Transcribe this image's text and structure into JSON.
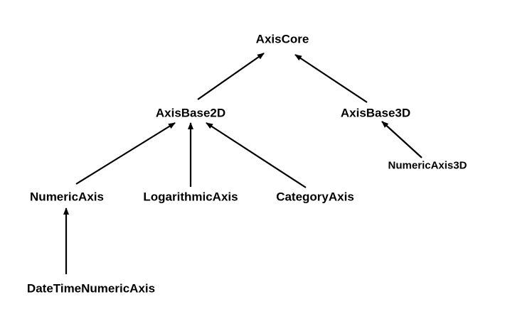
{
  "diagram": {
    "nodes": {
      "axis_core": "AxisCore",
      "axis_base_2d": "AxisBase2D",
      "axis_base_3d": "AxisBase3D",
      "numeric_axis_3d": "NumericAxis3D",
      "numeric_axis": "NumericAxis",
      "logarithmic_axis": "LogarithmicAxis",
      "category_axis": "CategoryAxis",
      "datetime_numeric_axis": "DateTimeNumericAxis"
    },
    "edges": [
      {
        "from": "AxisBase2D",
        "to": "AxisCore"
      },
      {
        "from": "AxisBase3D",
        "to": "AxisCore"
      },
      {
        "from": "NumericAxis",
        "to": "AxisBase2D"
      },
      {
        "from": "LogarithmicAxis",
        "to": "AxisBase2D"
      },
      {
        "from": "CategoryAxis",
        "to": "AxisBase2D"
      },
      {
        "from": "NumericAxis3D",
        "to": "AxisBase3D"
      },
      {
        "from": "DateTimeNumericAxis",
        "to": "NumericAxis"
      }
    ],
    "colors": {
      "line": "#000000",
      "text": "#000000",
      "background": "#ffffff"
    }
  }
}
